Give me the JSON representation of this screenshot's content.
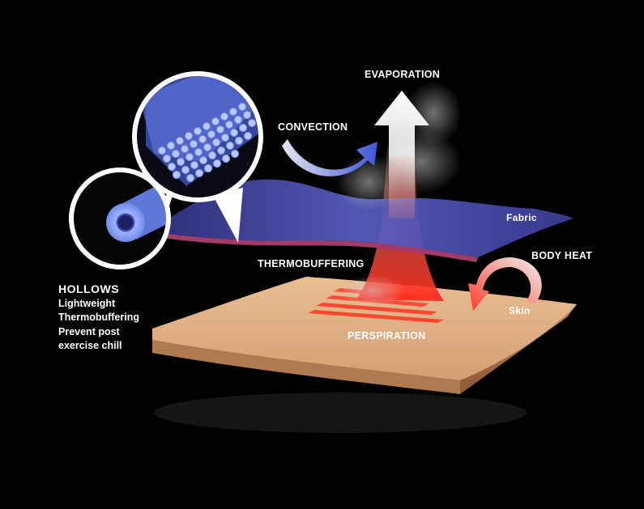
{
  "labels": {
    "evaporation": "EVAPORATION",
    "convection": "CONVECTION",
    "fabric": "Fabric",
    "body_heat": "BODY HEAT",
    "thermobuffering": "THERMOBUFFERING",
    "skin": "Skin",
    "perspiration": "PERSPIRATION"
  },
  "hollows": {
    "title": "HOLLOWS",
    "items": [
      "Lightweight",
      "Thermobuffering",
      "Prevent post",
      "exercise chill"
    ]
  },
  "colors": {
    "background": "#000000",
    "fabric": "#4a4fb0",
    "fiber": "#8aa8ff",
    "skin": "#d9a77c",
    "heat": "#ff3b2a",
    "text": "#ffffff"
  },
  "icons": [
    "fiber-bundle-magnifier",
    "single-hollow-fiber-magnifier",
    "evaporation-arrow",
    "convection-arrow",
    "body-heat-arrow"
  ]
}
